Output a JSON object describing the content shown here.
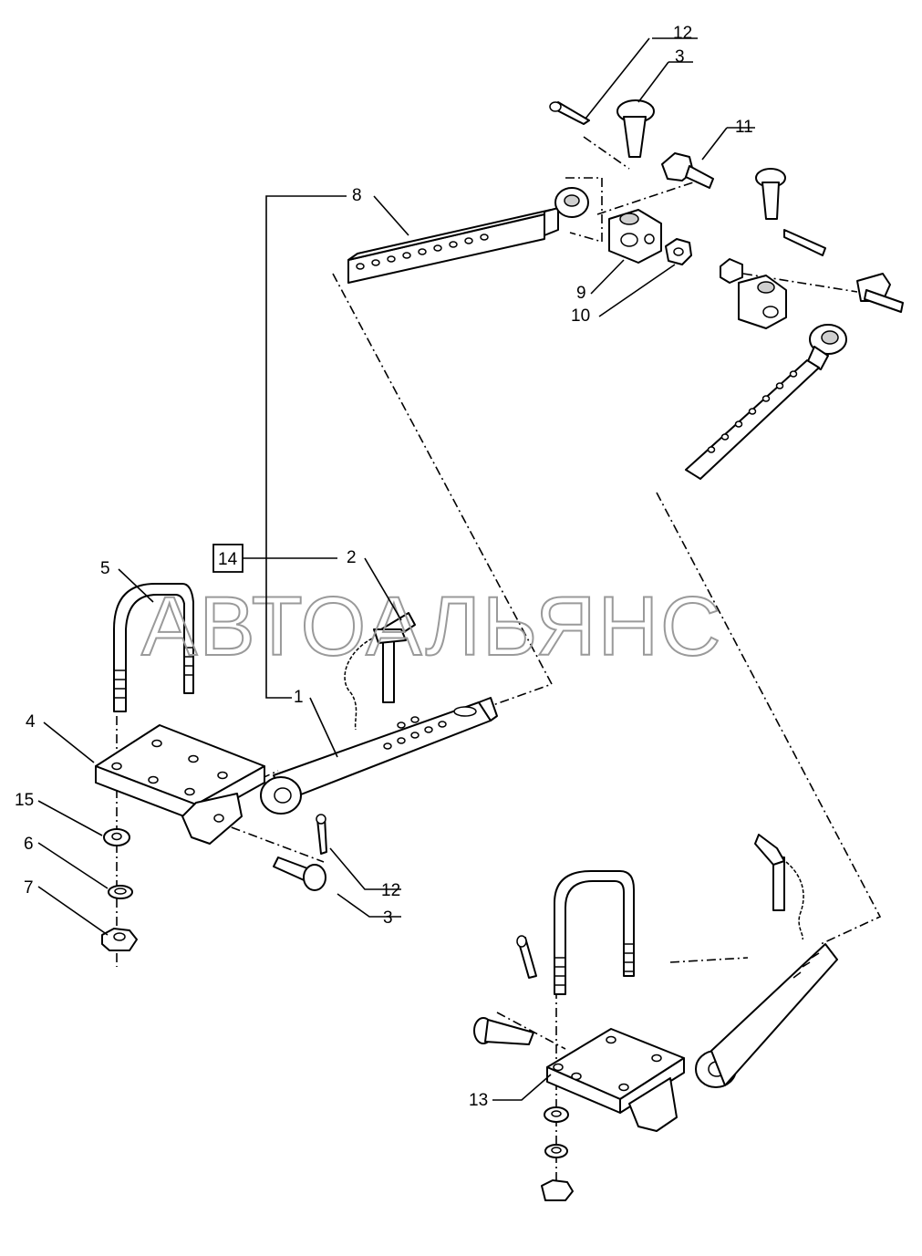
{
  "watermark": "АВТОАЛЬЯНС",
  "callouts": {
    "c12_top": "12",
    "c3_top": "3",
    "c11": "11",
    "c8": "8",
    "c9": "9",
    "c10": "10",
    "c14": "14",
    "c2": "2",
    "c5": "5",
    "c1": "1",
    "c4": "4",
    "c15": "15",
    "c6": "6",
    "c7": "7",
    "c12_bottom": "12",
    "c3_bottom": "3",
    "c13": "13"
  },
  "colors": {
    "line": "#000000",
    "watermark": "#9a9a9a",
    "background": "#ffffff"
  }
}
